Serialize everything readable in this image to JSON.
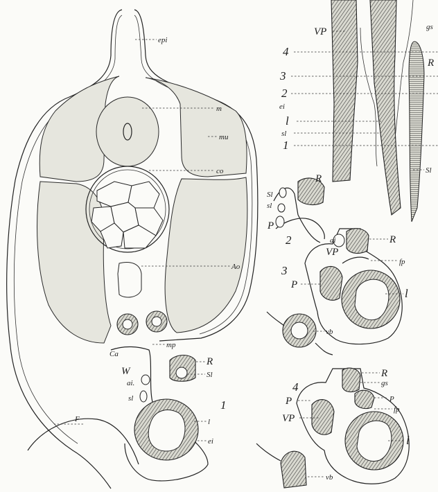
{
  "fig1": {
    "labels": {
      "epi": "epi",
      "m": "m",
      "mu": "mu",
      "co": "co",
      "Ao": "Ao",
      "mp": "mp",
      "R": "R",
      "Sl": "Sl",
      "ca": "Ca",
      "W": "W",
      "ai": "ai.",
      "sl": "sl",
      "l": "l",
      "ei": "ei",
      "F": "F"
    },
    "number": "1"
  },
  "fig_top": {
    "labels": {
      "VP": "VP",
      "gs": "gs",
      "R": "R",
      "ei": "ei",
      "l": "l",
      "sl": "sl",
      "Sl": "Sl"
    },
    "levels": [
      "4",
      "3",
      "2",
      "1"
    ]
  },
  "fig2": {
    "labels": {
      "R": "R",
      "Sl": "Sl",
      "sl": "sl",
      "P": "P"
    },
    "number": "2"
  },
  "fig3": {
    "labels": {
      "ai": "ai",
      "VP": "VP",
      "R": "R",
      "fp": "fp",
      "P": "P",
      "l": "l",
      "vb": "vb"
    },
    "number": "3"
  },
  "fig4": {
    "labels": {
      "R": "R",
      "gs": "gs",
      "P_left": "P",
      "P_right": "P",
      "fp": "fp",
      "VP": "VP",
      "l": "l",
      "vb": "vb"
    },
    "number": "4"
  }
}
